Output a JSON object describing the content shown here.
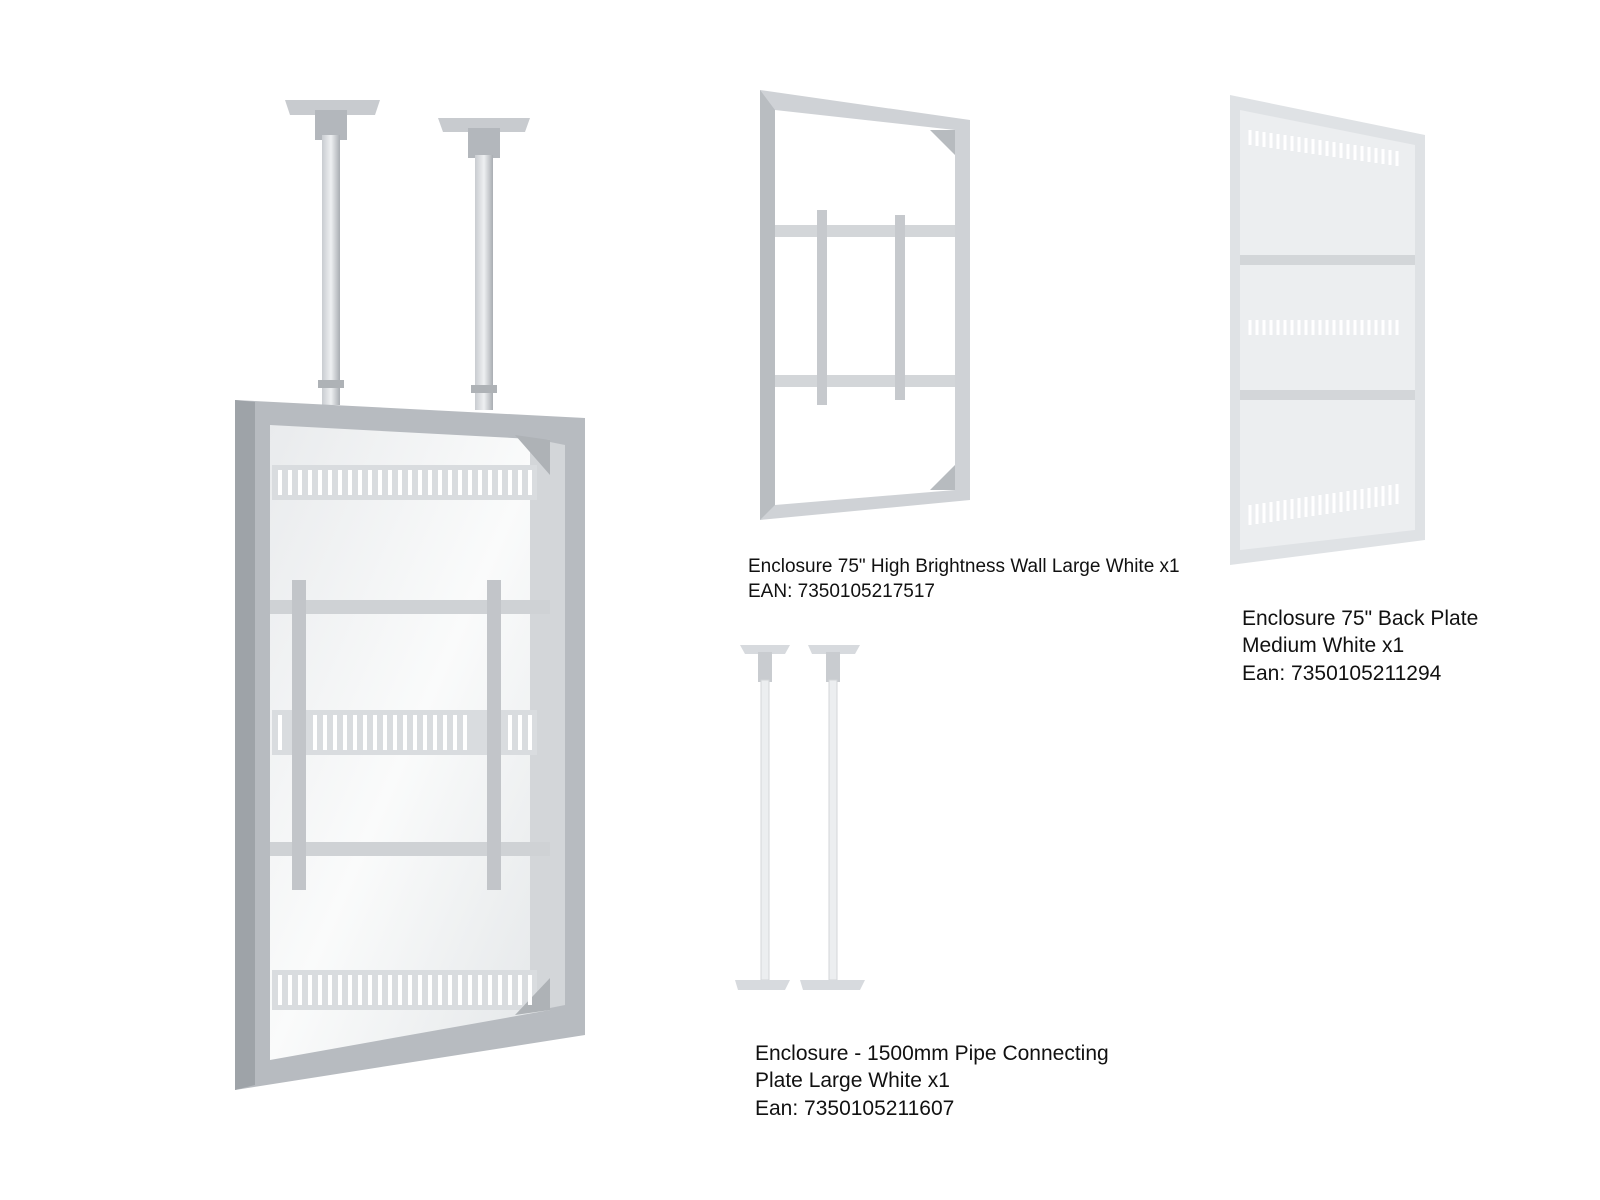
{
  "products": [
    {
      "name": "Enclosure 75\" High Brightness Wall Large White x1",
      "ean": "EAN: 7350105217517"
    },
    {
      "name_line1": "Enclosure 75\" Back Plate",
      "name_line2": "Medium White x1",
      "ean": "Ean: 7350105211294"
    },
    {
      "name_line1": "Enclosure - 1500mm Pipe Connecting",
      "name_line2": "Plate Large White x1",
      "ean": "Ean: 7350105211607"
    }
  ],
  "colors": {
    "frame_silver": "#b9bdc2",
    "frame_light": "#e6e8ea",
    "panel_white": "#f4f5f6",
    "pipe_white": "#eef0f2",
    "slot": "#ffffff"
  }
}
